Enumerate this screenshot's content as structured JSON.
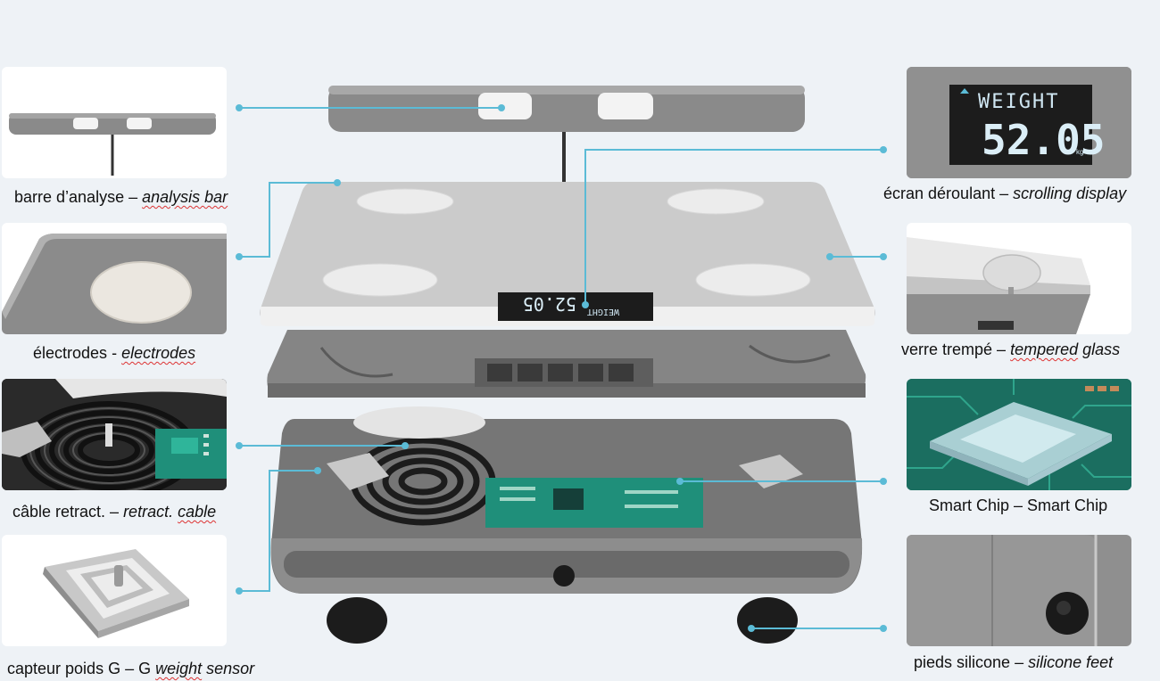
{
  "colors": {
    "background": "#eef2f6",
    "leader_line": "#5bbbd6",
    "scale_grey": "#8c8c8c",
    "glass": "#c9c9c9",
    "display_bg": "#1c1c1c",
    "display_text": "#cfe6f2",
    "pcb_green": "#1f8f7a"
  },
  "labels": {
    "analysis_bar": {
      "fr": "barre d’analyse",
      "sep": " – ",
      "en": "analysis bar"
    },
    "electrodes": {
      "fr": "électrodes",
      "sep": " - ",
      "en": "electrodes"
    },
    "retract_cable": {
      "fr": "câble retract.",
      "sep": " – ",
      "en_prefix": "retract.",
      "en_word": "cable"
    },
    "weight_sensor": {
      "fr": "capteur poids G",
      "sep": " – G ",
      "en_word": "weight",
      "en_suffix": "sensor"
    },
    "scrolling_display": {
      "fr": "écran déroulant",
      "sep": " – ",
      "en": "scrolling display"
    },
    "tempered_glass": {
      "fr": "verre trempé",
      "sep": " – ",
      "en_word": "tempered",
      "en_suffix": "glass"
    },
    "smart_chip": {
      "fr": "Smart Chip",
      "sep": " – ",
      "en": "Smart Chip"
    },
    "silicone_feet": {
      "fr": "pieds silicone",
      "sep": " – ",
      "en": "silicone feet"
    }
  },
  "display": {
    "mode": "WEIGHT",
    "value": "52.05",
    "unit": "kg",
    "scale_value": "52.05",
    "scale_mode": "WEIGHT"
  },
  "icons": {
    "analysis_bar": "analysis-bar-icon",
    "electrode": "electrode-pad-icon",
    "cable": "cable-reel-icon",
    "sensor": "weight-sensor-icon",
    "display": "lcd-display-icon",
    "glass": "tempered-glass-icon",
    "chip": "smart-chip-icon",
    "feet": "silicone-foot-icon"
  }
}
